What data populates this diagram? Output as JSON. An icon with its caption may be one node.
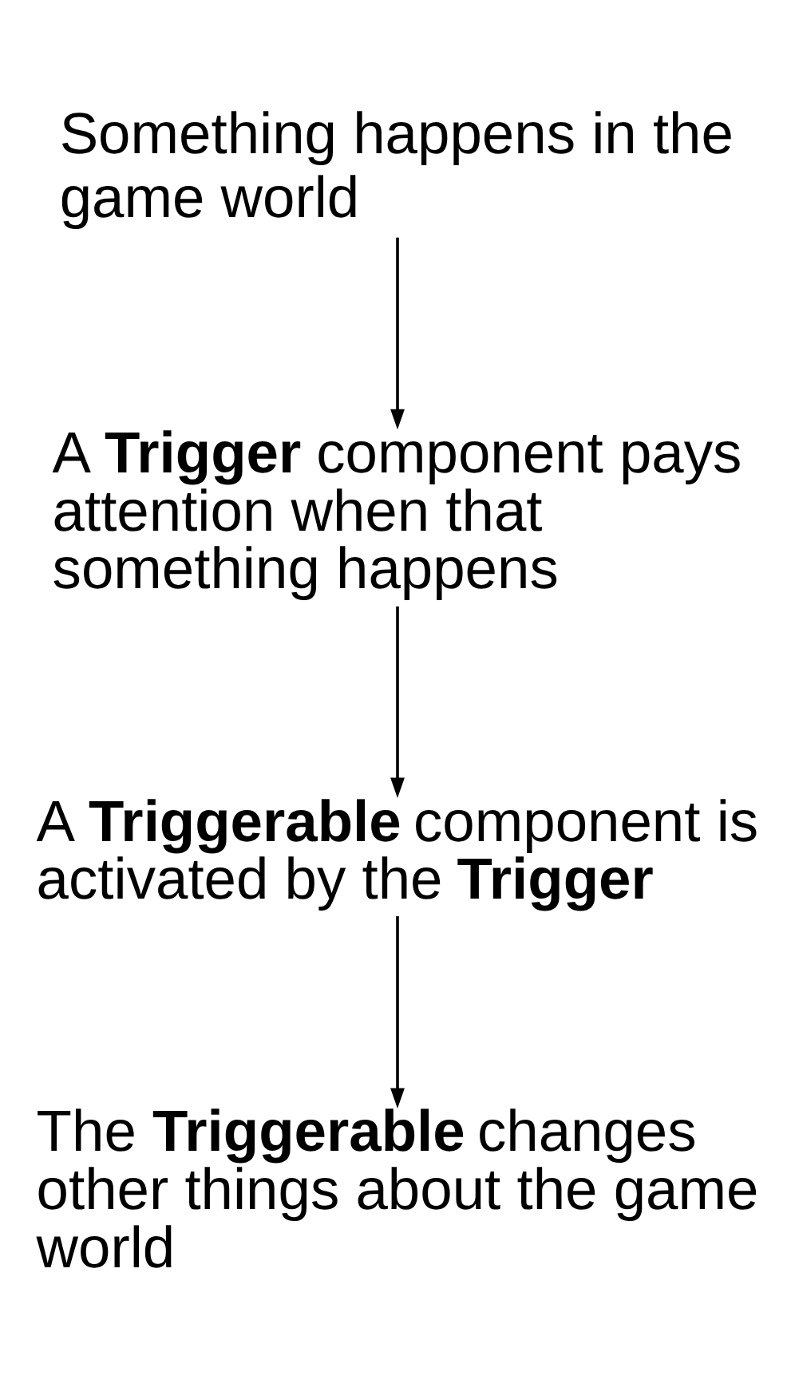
{
  "diagram": {
    "nodes": [
      {
        "text": [
          "Something happens in the game world"
        ]
      },
      {
        "text": [
          "A **Trigger** component pays attention when that something happens"
        ]
      },
      {
        "text": [
          "A **Triggerable** component is activated by the **Trigger**"
        ]
      },
      {
        "text": [
          "The **Triggerable** changes other things about the game world"
        ]
      }
    ],
    "edges": [
      {
        "from": 0,
        "to": 1,
        "arrow": "to"
      },
      {
        "from": 1,
        "to": 2,
        "arrow": "to"
      },
      {
        "from": 2,
        "to": 3,
        "arrow": "to"
      }
    ]
  }
}
